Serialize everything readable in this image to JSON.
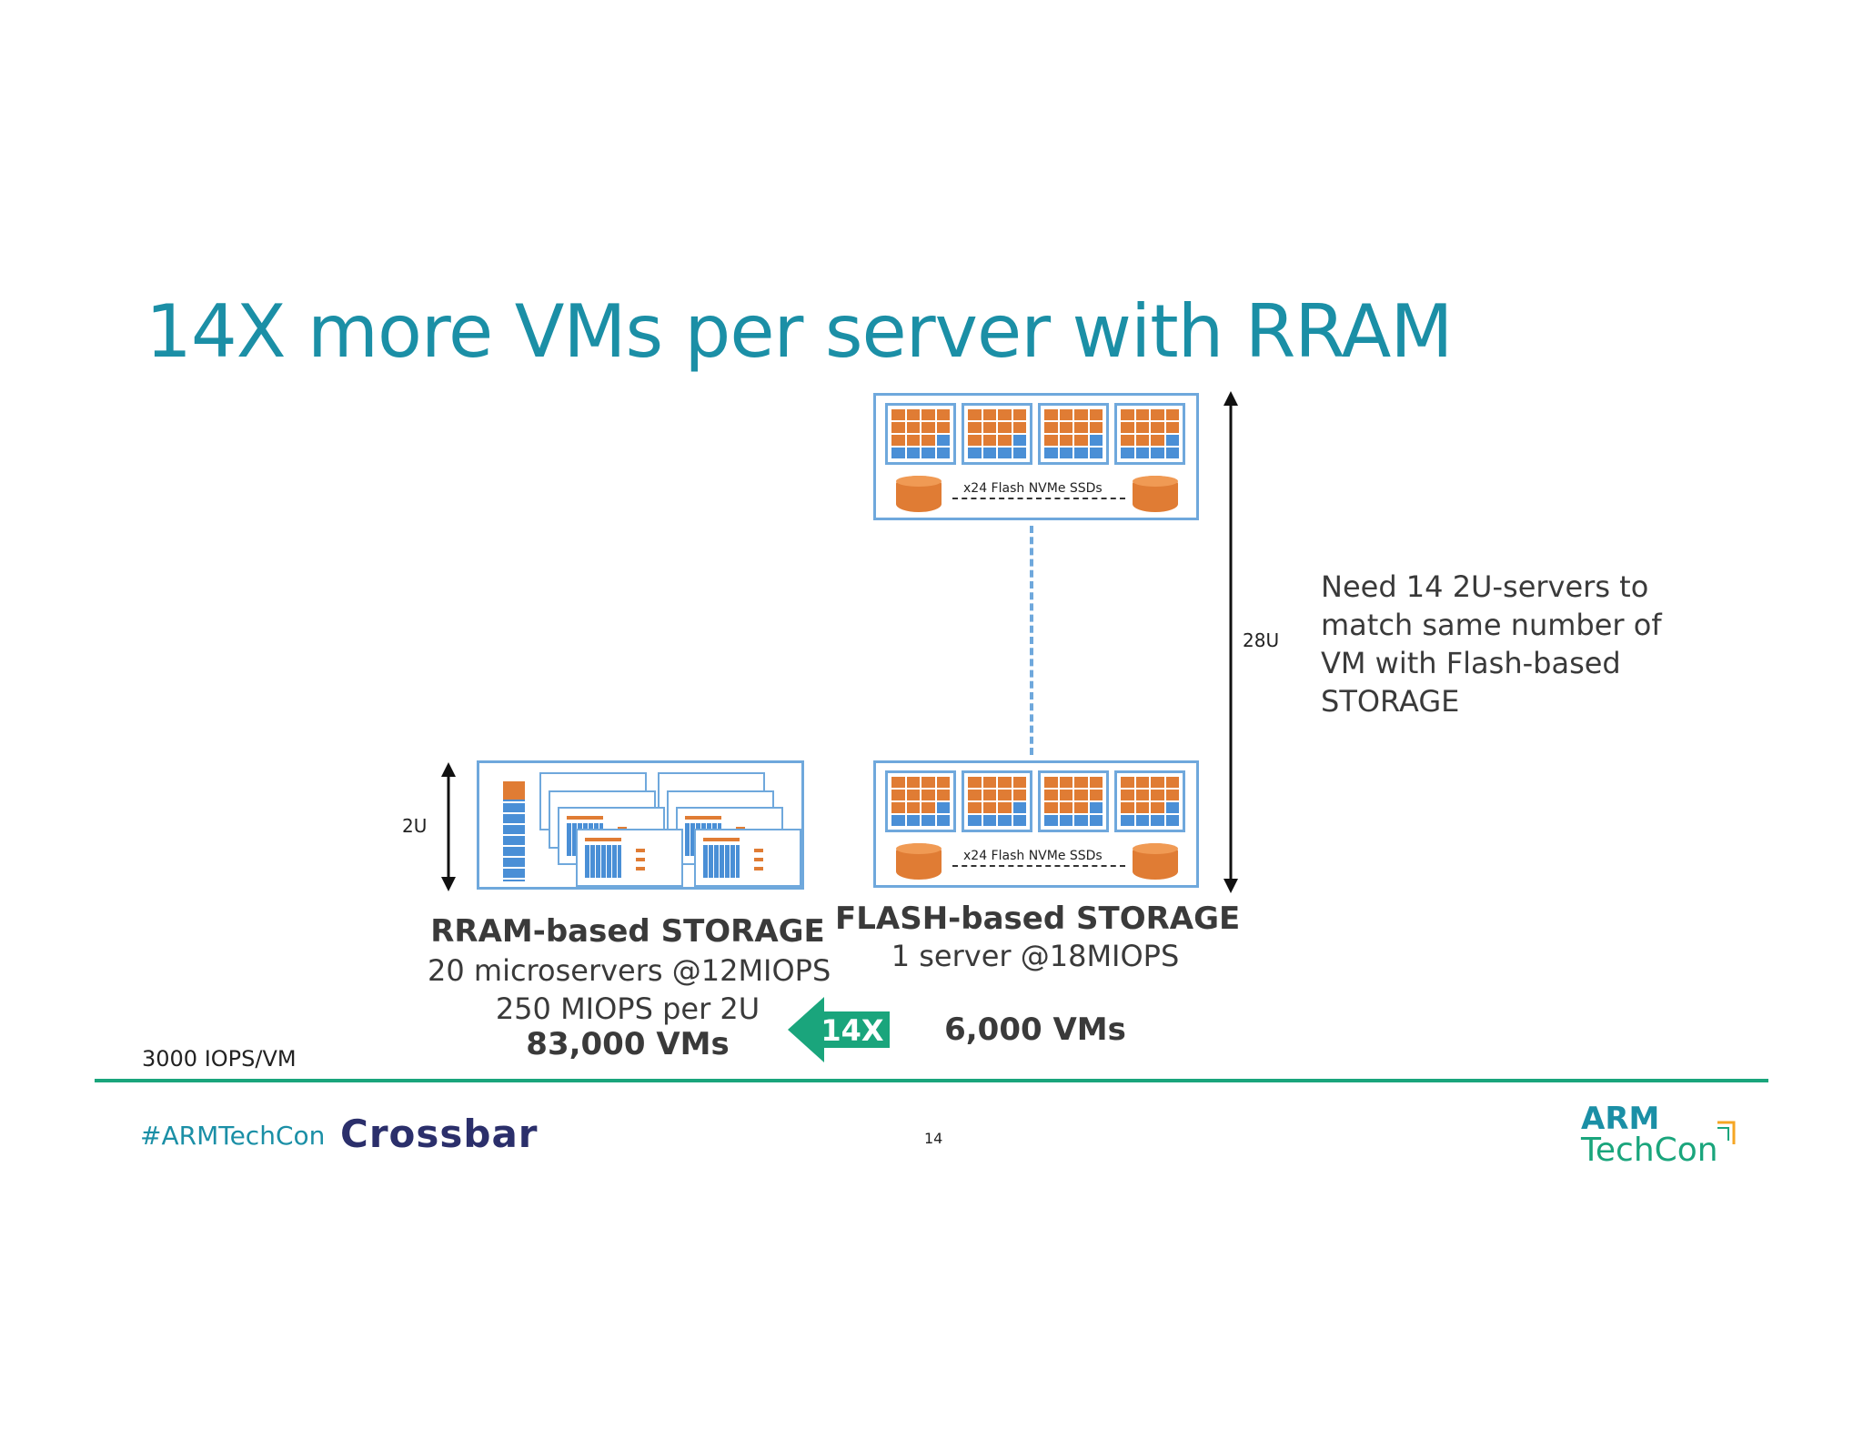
{
  "title": "14X more VMs per server with RRAM",
  "flash_server": {
    "ssd_label": "x24 Flash NVMe SSDs"
  },
  "height_labels": {
    "tall": "28U",
    "short": "2U"
  },
  "side_note": {
    "lines": [
      "Need 14 2U-servers to",
      "match same number of",
      "VM with Flash-based",
      "STORAGE"
    ]
  },
  "rram": {
    "heading": "RRAM-based STORAGE",
    "line1": "20 microservers @12MIOPS",
    "line2": "250 MIOPS per 2U",
    "vms": "83,000 VMs"
  },
  "flash": {
    "heading": "FLASH-based STORAGE",
    "line1": "1 server @18MIOPS",
    "vms": "6,000 VMs"
  },
  "multiplier": "14X",
  "iops_note": "3000 IOPS/VM",
  "footer": {
    "hashtag": "#ARMTechCon",
    "crossbar_logo": "Crossbar",
    "page_number": "14",
    "arm_logo_top": "ARM",
    "arm_logo_bottom": "TechCon"
  },
  "colors": {
    "title": "#1b8fa6",
    "accent_green": "#1aa57c",
    "chip_orange": "#e07c34",
    "chip_blue": "#4a8fd6",
    "box_border": "#6fa8dc"
  }
}
